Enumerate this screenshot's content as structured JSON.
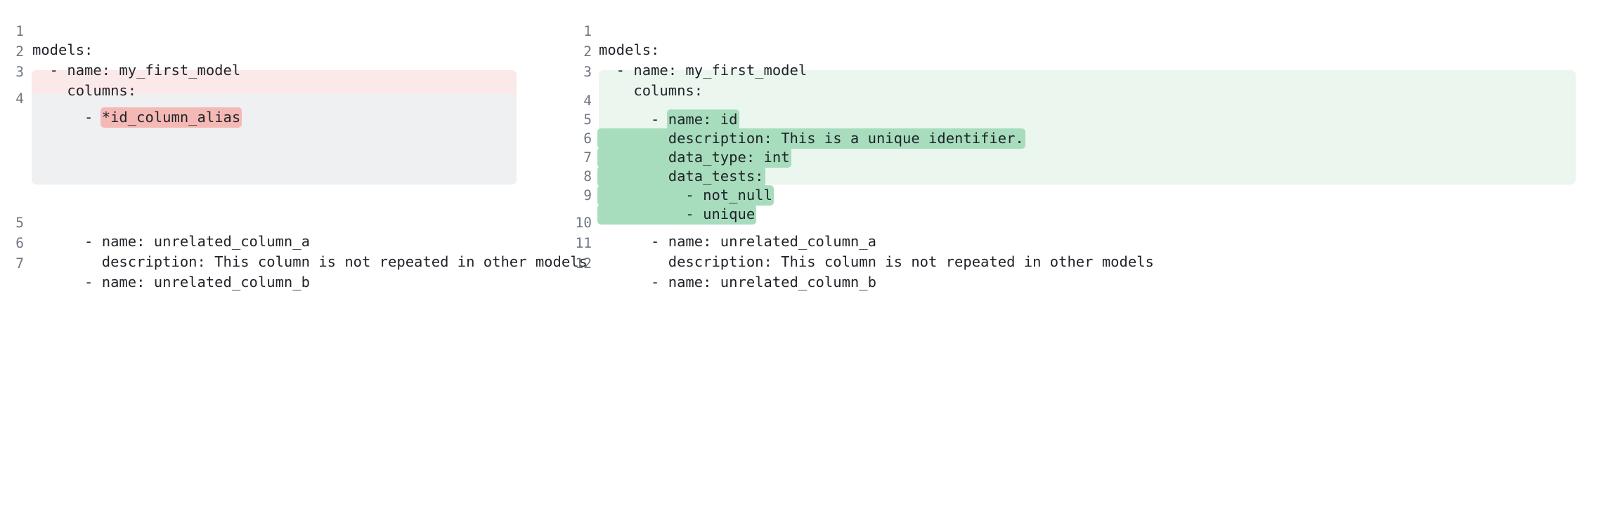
{
  "colors": {
    "removed_block_bg": "#fbe9e9",
    "removed_token_bg": "#f5b9b5",
    "added_block_bg": "#eaf6ee",
    "added_token_bg": "#a7dcbd",
    "placeholder_bg": "#eef0f2",
    "line_number_fg": "#6e7781",
    "code_fg": "#1f2328",
    "page_bg": "#ffffff"
  },
  "left_pane": {
    "name": "before-version",
    "lines": [
      {
        "no": "1",
        "text": "models:",
        "highlight": "none"
      },
      {
        "no": "2",
        "text": "  - name: my_first_model",
        "highlight": "none"
      },
      {
        "no": "3",
        "text": "    columns:",
        "highlight": "none"
      },
      {
        "no": "4",
        "prefix": "      - ",
        "token": "*id_column_alias",
        "suffix": "",
        "highlight": "removed"
      },
      {
        "no": "5",
        "text": "      - name: unrelated_column_a",
        "highlight": "none"
      },
      {
        "no": "6",
        "text": "        description: This column is not repeated in other models",
        "highlight": "none"
      },
      {
        "no": "7",
        "text": "      - name: unrelated_column_b",
        "highlight": "none"
      }
    ]
  },
  "right_pane": {
    "name": "after-version",
    "lines": [
      {
        "no": "1",
        "text": "models:",
        "highlight": "none"
      },
      {
        "no": "2",
        "text": "  - name: my_first_model",
        "highlight": "none"
      },
      {
        "no": "3",
        "text": "    columns:",
        "highlight": "none"
      },
      {
        "no": "4",
        "prefix": "      - ",
        "token": "name: id",
        "suffix": "",
        "highlight": "added"
      },
      {
        "no": "5",
        "prefix": "        ",
        "token": "description: This is a unique identifier.",
        "suffix": "",
        "highlight": "added"
      },
      {
        "no": "6",
        "prefix": "        ",
        "token": "data_type: int",
        "suffix": "",
        "highlight": "added"
      },
      {
        "no": "7",
        "prefix": "        ",
        "token": "data_tests:",
        "suffix": "",
        "highlight": "added"
      },
      {
        "no": "8",
        "prefix": "          ",
        "token": "- not_null",
        "suffix": "",
        "highlight": "added"
      },
      {
        "no": "9",
        "prefix": "          ",
        "token": "- unique",
        "suffix": "",
        "highlight": "added"
      },
      {
        "no": "10",
        "text": "      - name: unrelated_column_a",
        "highlight": "none"
      },
      {
        "no": "11",
        "text": "        description: This column is not repeated in other models",
        "highlight": "none"
      },
      {
        "no": "12",
        "text": "      - name: unrelated_column_b",
        "highlight": "none"
      }
    ]
  }
}
